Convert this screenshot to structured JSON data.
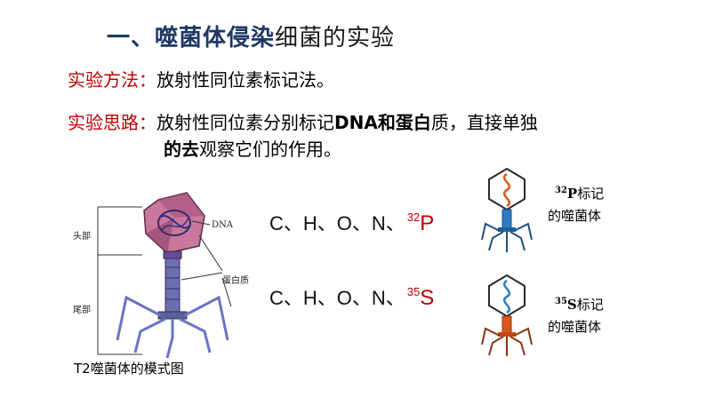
{
  "title": {
    "bold_part": "一、噬菌体侵染",
    "rest": "细菌的实验"
  },
  "method": {
    "label": "实验方法：",
    "text": "放射性同位素标记法。"
  },
  "idea": {
    "label": "实验思路：",
    "line1_a": "放射性同位素分别标记",
    "line1_dna": "DNA",
    "line1_and": "和",
    "line1_protein": "蛋白",
    "line1_b": "质，直接单独",
    "line2_a": "的去",
    "line2_b": "观察它们的作用。"
  },
  "phage_diagram": {
    "caption": "T2噬菌体的模式图",
    "head_label": "头部",
    "tail_label": "尾部",
    "dna_label": "DNA",
    "protein_label": "蛋白质"
  },
  "formula_p": {
    "elements": "C、H、O、N、",
    "iso": "32",
    "el": "P"
  },
  "formula_s": {
    "elements": "C、H、O、N、",
    "iso": "35",
    "el": "S"
  },
  "phage_p": {
    "iso": "32",
    "el": "P",
    "line1": "标记",
    "line2": "的噬菌体",
    "color": "#2e7bc4"
  },
  "phage_s": {
    "iso": "35",
    "el": "S",
    "line1": "标记",
    "line2": "的噬菌体",
    "color": "#d9581b"
  }
}
